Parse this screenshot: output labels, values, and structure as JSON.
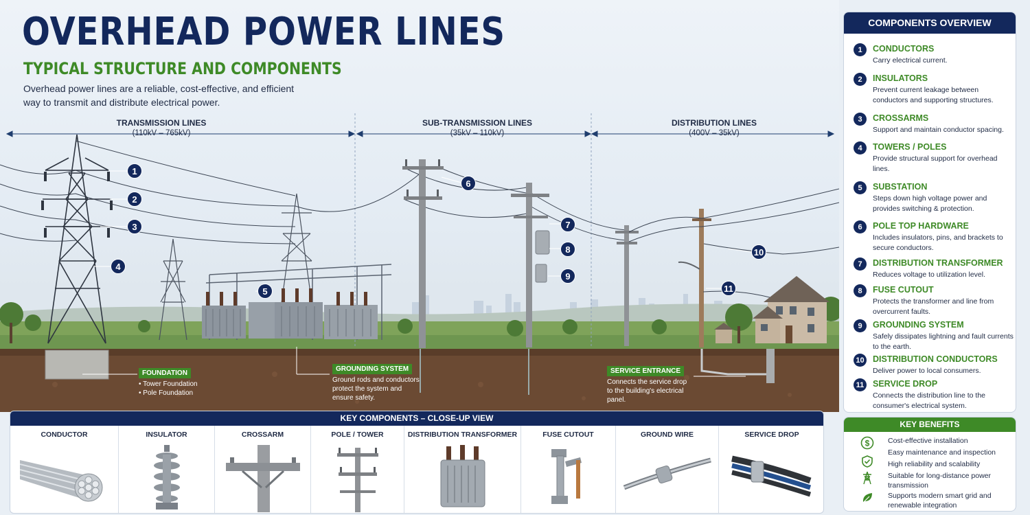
{
  "header": {
    "title": "OVERHEAD POWER LINES",
    "subtitle": "TYPICAL STRUCTURE AND COMPONENTS",
    "intro": "Overhead power lines are a reliable, cost-effective, and efficient way to transmit and distribute electrical power."
  },
  "sections": [
    {
      "name": "TRANSMISSION LINES",
      "range": "(110kV – 765kV)"
    },
    {
      "name": "SUB-TRANSMISSION LINES",
      "range": "(35kV – 110kV)"
    },
    {
      "name": "DISTRIBUTION LINES",
      "range": "(400V – 35kV)"
    }
  ],
  "callouts": [
    "1",
    "2",
    "3",
    "4",
    "5",
    "6",
    "7",
    "8",
    "9",
    "10",
    "11"
  ],
  "ground_labels": {
    "foundation": {
      "tag": "FOUNDATION",
      "items": [
        "• Tower Foundation",
        "• Pole Foundation"
      ]
    },
    "grounding": {
      "tag": "GROUNDING SYSTEM",
      "text": "Ground rods and conductors protect the system and ensure safety."
    },
    "service": {
      "tag": "SERVICE ENTRANCE",
      "text": "Connects the service drop to the building's electrical panel."
    }
  },
  "components_overview": {
    "title": "COMPONENTS OVERVIEW",
    "items": [
      {
        "num": "1",
        "name": "CONDUCTORS",
        "desc": "Carry electrical current."
      },
      {
        "num": "2",
        "name": "INSULATORS",
        "desc": "Prevent current leakage between conductors and supporting structures."
      },
      {
        "num": "3",
        "name": "CROSSARMS",
        "desc": "Support and maintain conductor spacing."
      },
      {
        "num": "4",
        "name": "TOWERS / POLES",
        "desc": "Provide structural support for overhead lines."
      },
      {
        "num": "5",
        "name": "SUBSTATION",
        "desc": "Steps down high voltage power and provides switching & protection."
      },
      {
        "num": "6",
        "name": "POLE TOP HARDWARE",
        "desc": "Includes insulators, pins, and brackets to secure conductors."
      },
      {
        "num": "7",
        "name": "DISTRIBUTION TRANSFORMER",
        "desc": "Reduces voltage to utilization level."
      },
      {
        "num": "8",
        "name": "FUSE CUTOUT",
        "desc": "Protects the transformer and line from overcurrent faults."
      },
      {
        "num": "9",
        "name": "GROUNDING SYSTEM",
        "desc": "Safely dissipates lightning and fault currents to the earth."
      },
      {
        "num": "10",
        "name": "DISTRIBUTION CONDUCTORS",
        "desc": "Deliver power to local consumers."
      },
      {
        "num": "11",
        "name": "SERVICE DROP",
        "desc": "Connects the distribution line to the consumer's electrical system."
      }
    ]
  },
  "key_benefits": {
    "title": "KEY BENEFITS",
    "items": [
      {
        "icon": "dollar-icon",
        "text": "Cost-effective installation"
      },
      {
        "icon": "wrench-icon",
        "text": "Easy maintenance and inspection"
      },
      {
        "icon": "shield-check-icon",
        "text": "High reliability and scalability"
      },
      {
        "icon": "tower-icon",
        "text": "Suitable for long-distance power transmission"
      },
      {
        "icon": "leaf-icon",
        "text": "Supports modern smart grid and renewable integration"
      }
    ],
    "colors": {
      "accent": "#3e8a27"
    }
  },
  "closeup": {
    "title": "KEY COMPONENTS – CLOSE-UP VIEW",
    "items": [
      "CONDUCTOR",
      "INSULATOR",
      "CROSSARM",
      "POLE / TOWER",
      "DISTRIBUTION TRANSFORMER",
      "FUSE CUTOUT",
      "GROUND WIRE",
      "SERVICE DROP"
    ]
  },
  "colors": {
    "navy": "#13285c",
    "green": "#3e8a27",
    "soil": "#6b4a33"
  }
}
